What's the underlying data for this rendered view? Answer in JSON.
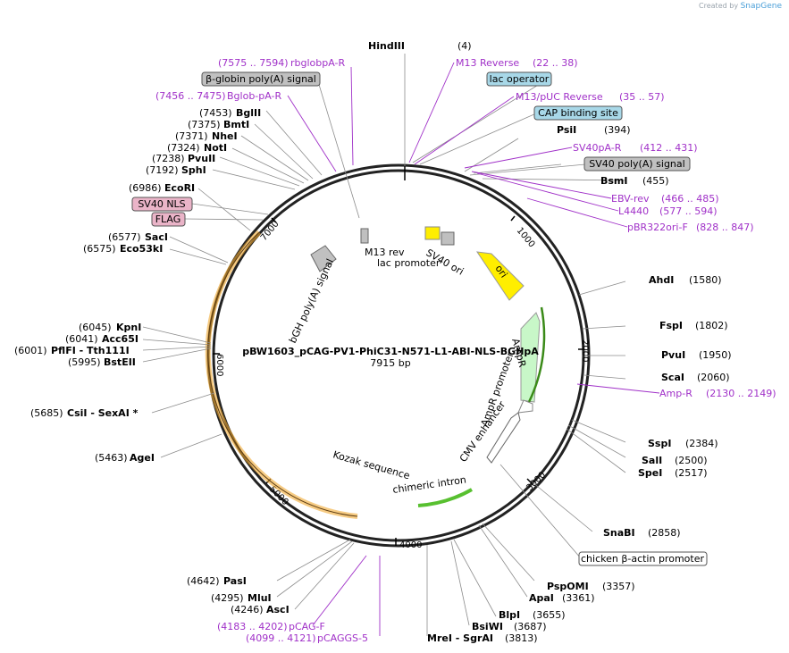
{
  "credit": {
    "prefix": "Created by",
    "brand": "SnapGene"
  },
  "plasmid": {
    "name": "pBW1603_pCAG-PV1-PhiC31-N571-L1-ABI-NLS-BGHpA",
    "length_label": "7915 bp"
  },
  "ticks": [
    "1000",
    "2000",
    "3000",
    "4000",
    "5000",
    "6000",
    "7000"
  ],
  "sites": [
    {
      "name": "HindIII",
      "pos": "(4)"
    },
    {
      "name": "PsiI",
      "pos": "(394)"
    },
    {
      "name": "BsmI",
      "pos": "(455)"
    },
    {
      "name": "AhdI",
      "pos": "(1580)"
    },
    {
      "name": "FspI",
      "pos": "(1802)"
    },
    {
      "name": "PvuI",
      "pos": "(1950)"
    },
    {
      "name": "ScaI",
      "pos": "(2060)"
    },
    {
      "name": "SspI",
      "pos": "(2384)"
    },
    {
      "name": "SalI",
      "pos": "(2500)"
    },
    {
      "name": "SpeI",
      "pos": "(2517)"
    },
    {
      "name": "SnaBI",
      "pos": "(2858)"
    },
    {
      "name": "PspOMI",
      "pos": "(3357)"
    },
    {
      "name": "ApaI",
      "pos": "(3361)"
    },
    {
      "name": "BlpI",
      "pos": "(3655)"
    },
    {
      "name": "BsiWI",
      "pos": "(3687)"
    },
    {
      "name": "MreI - SgrAI",
      "pos": "(3813)"
    },
    {
      "name": "PasI",
      "pos": "(4642)"
    },
    {
      "name": "MluI",
      "pos": "(4295)"
    },
    {
      "name": "AscI",
      "pos": "(4246)"
    },
    {
      "name": "AgeI",
      "pos": "(5463)"
    },
    {
      "name": "CsiI - SexAI *",
      "pos": "(5685)"
    },
    {
      "name": "KpnI",
      "pos": "(6045)"
    },
    {
      "name": "Acc65I",
      "pos": "(6041)"
    },
    {
      "name": "PflFI - Tth111I",
      "pos": "(6001)"
    },
    {
      "name": "BstEII",
      "pos": "(5995)"
    },
    {
      "name": "SacI",
      "pos": "(6577)"
    },
    {
      "name": "Eco53kI",
      "pos": "(6575)"
    },
    {
      "name": "EcoRI",
      "pos": "(6986)"
    },
    {
      "name": "SphI",
      "pos": "(7192)"
    },
    {
      "name": "PvuII",
      "pos": "(7238)"
    },
    {
      "name": "NotI",
      "pos": "(7324)"
    },
    {
      "name": "NheI",
      "pos": "(7371)"
    },
    {
      "name": "BmtI",
      "pos": "(7375)"
    },
    {
      "name": "BglII",
      "pos": "(7453)"
    }
  ],
  "primers": [
    {
      "name": "rbglobpA-R",
      "range": "(7575 .. 7594)"
    },
    {
      "name": "Bglob-pA-R",
      "range": "(7456 .. 7475)"
    },
    {
      "name": "M13 Reverse",
      "range": "(22 .. 38)"
    },
    {
      "name": "M13/pUC Reverse",
      "range": "(35 .. 57)"
    },
    {
      "name": "SV40pA-R",
      "range": "(412 .. 431)"
    },
    {
      "name": "EBV-rev",
      "range": "(466 .. 485)"
    },
    {
      "name": "L4440",
      "range": "(577 .. 594)"
    },
    {
      "name": "pBR322ori-F",
      "range": "(828 .. 847)"
    },
    {
      "name": "Amp-R",
      "range": "(2130 .. 2149)"
    },
    {
      "name": "pCAG-F",
      "range": "(4183 .. 4202)"
    },
    {
      "name": "pCAGGS-5",
      "range": "(4099 .. 4121)"
    }
  ],
  "boxed_features": [
    "β-globin poly(A) signal",
    "lac operator",
    "CAP binding site",
    "SV40 poly(A) signal",
    "SV40 NLS",
    "FLAG",
    "chicken β-actin promoter"
  ],
  "inner_features": [
    "M13 rev",
    "lac promoter",
    "SV40 ori",
    "ori",
    "AmpR",
    "AmpR promoter",
    "CMV enhancer",
    "chimeric intron",
    "Kozak sequence",
    "bGH poly(A) signal"
  ],
  "colors": {
    "primer": "#a030c8",
    "ori": "#ffee00",
    "ampr": "#c8f7c8",
    "orange": "#f0a830",
    "intron_green": "#58c030",
    "gray": "#c0c0c0",
    "box_pink": "#eab4c8",
    "box_blue": "#a8d8e8"
  }
}
